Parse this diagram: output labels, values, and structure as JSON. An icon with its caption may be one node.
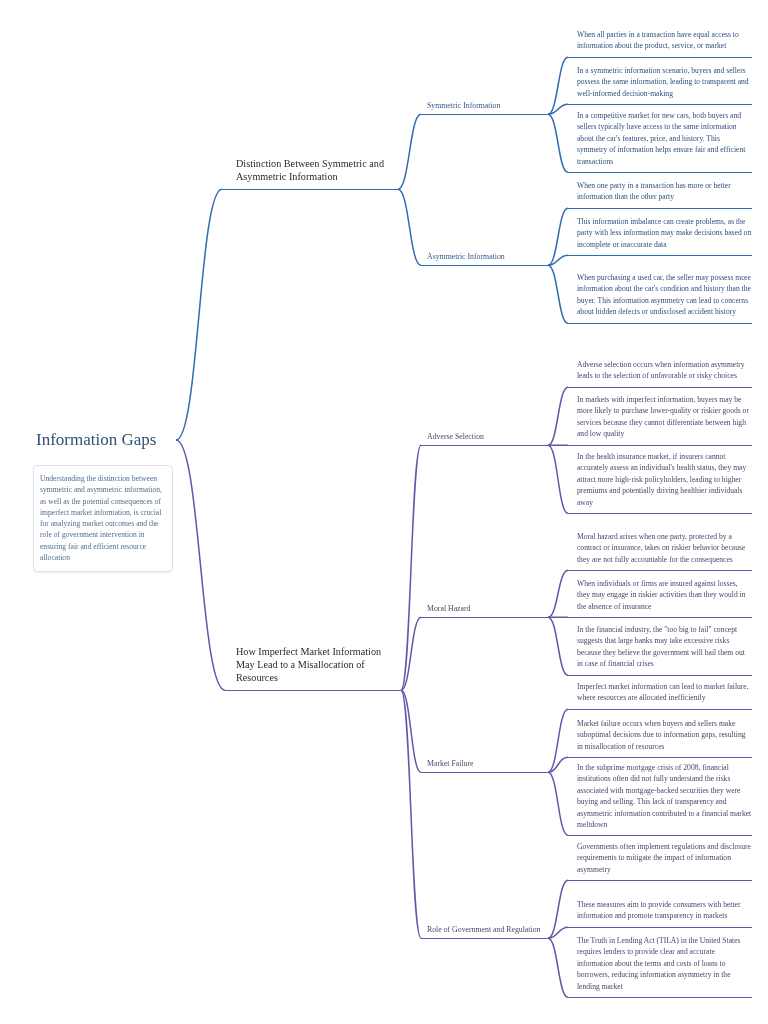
{
  "diagram": {
    "nodes": [
      {
        "text": [
          "Information Gaps"
        ]
      },
      {
        "text": [
          "Understanding the distinction between symmetric and asymmetric information, as well as the potential consequences of imperfect market information, is crucial for analyzing market outcomes and the role of government intervention in ensuring fair and efficient resource allocation"
        ]
      },
      {
        "text": [
          "Distinction Between Symmetric and Asymmetric Information"
        ]
      },
      {
        "text": [
          "Symmetric Information"
        ]
      },
      {
        "text": [
          "When all parties in a transaction have equal access to information about the product, service, or market"
        ]
      },
      {
        "text": [
          "In a symmetric information scenario, buyers and sellers possess the same information, leading to transparent and well-informed decision-making"
        ]
      },
      {
        "text": [
          "In a competitive market for new cars, both buyers and sellers typically have access to the same information about the car's features, price, and history. This symmetry of information helps ensure fair and efficient transactions"
        ]
      },
      {
        "text": [
          "Asymmetric Information"
        ]
      },
      {
        "text": [
          "When one party in a transaction has more or better information than the other party"
        ]
      },
      {
        "text": [
          "This information imbalance can create problems, as the party with less information may make decisions based on incomplete or inaccurate data"
        ]
      },
      {
        "text": [
          "When purchasing a used car, the seller may possess more information about the car's condition and history than the buyer. This information asymmetry can lead to concerns about hidden defects or undisclosed accident history"
        ]
      },
      {
        "text": [
          "How Imperfect Market Information May Lead to a Misallocation of Resources"
        ]
      },
      {
        "text": [
          "Adverse Selection"
        ]
      },
      {
        "text": [
          "Adverse selection occurs when information asymmetry leads to the selection of unfavorable or risky choices"
        ]
      },
      {
        "text": [
          "In markets with imperfect information, buyers may be more likely to purchase lower-quality or riskier goods or services because they cannot differentiate between high and low quality"
        ]
      },
      {
        "text": [
          "In the health insurance market, if insurers cannot accurately assess an individual's health status, they may attract more high-risk policyholders, leading to higher premiums and potentially driving healthier individuals away"
        ]
      },
      {
        "text": [
          "Moral Hazard"
        ]
      },
      {
        "text": [
          "Moral hazard arises when one party, protected by a contract or insurance, takes on riskier behavior because they are not fully accountable for the consequences"
        ]
      },
      {
        "text": [
          "When individuals or firms are insured against losses, they may engage in riskier activities than they would in the absence of insurance"
        ]
      },
      {
        "text": [
          "In the financial industry, the \"too big to fail\" concept suggests that large banks may take excessive risks because they believe the government will bail them out in case of financial crises"
        ]
      },
      {
        "text": [
          "Market Failure"
        ]
      },
      {
        "text": [
          "Imperfect market information can lead to market failure, where resources are allocated inefficiently"
        ]
      },
      {
        "text": [
          "Market failure occurs when buyers and sellers make suboptimal decisions due to information gaps, resulting in misallocation of resources"
        ]
      },
      {
        "text": [
          "In the subprime mortgage crisis of 2008, financial institutions often did not fully understand the risks associated with mortgage-backed securities they were buying and selling. This lack of transparency and asymmetric information contributed to a financial market meltdown"
        ]
      },
      {
        "text": [
          "Role of Government and Regulation"
        ]
      },
      {
        "text": [
          "Governments often implement regulations and disclosure requirements to mitigate the impact of information asymmetry"
        ]
      },
      {
        "text": [
          "These measures aim to provide consumers with better information and promote transparency in markets"
        ]
      },
      {
        "text": [
          "The Truth in Lending Act (TILA) in the United States requires lenders to provide clear and accurate information about the terms and costs of loans to borrowers, reducing information asymmetry in the lending market"
        ]
      }
    ],
    "edges": [
      {
        "from": 0,
        "to": 2,
        "arrow": "none",
        "color": "#2f6cb0"
      },
      {
        "from": 2,
        "to": 3,
        "arrow": "none",
        "color": "#2f6cb0"
      },
      {
        "from": 3,
        "to": 4,
        "arrow": "none",
        "color": "#2f6cb0"
      },
      {
        "from": 3,
        "to": 5,
        "arrow": "none",
        "color": "#2f6cb0"
      },
      {
        "from": 3,
        "to": 6,
        "arrow": "none",
        "color": "#2f6cb0"
      },
      {
        "from": 2,
        "to": 7,
        "arrow": "none",
        "color": "#2f6cb0"
      },
      {
        "from": 7,
        "to": 8,
        "arrow": "none",
        "color": "#2f6cb0"
      },
      {
        "from": 7,
        "to": 9,
        "arrow": "none",
        "color": "#2f6cb0"
      },
      {
        "from": 7,
        "to": 10,
        "arrow": "none",
        "color": "#2f6cb0"
      },
      {
        "from": 0,
        "to": 11,
        "arrow": "none"
      },
      {
        "from": 11,
        "to": 12,
        "arrow": "none"
      },
      {
        "from": 12,
        "to": 13,
        "arrow": "none"
      },
      {
        "from": 12,
        "to": 14,
        "arrow": "none"
      },
      {
        "from": 12,
        "to": 15,
        "arrow": "none"
      },
      {
        "from": 11,
        "to": 16,
        "arrow": "none"
      },
      {
        "from": 16,
        "to": 17,
        "arrow": "none"
      },
      {
        "from": 16,
        "to": 18,
        "arrow": "none"
      },
      {
        "from": 16,
        "to": 19,
        "arrow": "none"
      },
      {
        "from": 11,
        "to": 20,
        "arrow": "none"
      },
      {
        "from": 20,
        "to": 21,
        "arrow": "none"
      },
      {
        "from": 20,
        "to": 22,
        "arrow": "none"
      },
      {
        "from": 20,
        "to": 23,
        "arrow": "none"
      },
      {
        "from": 11,
        "to": 24,
        "arrow": "none"
      },
      {
        "from": 24,
        "to": 25,
        "arrow": "none"
      },
      {
        "from": 24,
        "to": 26,
        "arrow": "none"
      },
      {
        "from": 24,
        "to": 27,
        "arrow": "none"
      }
    ]
  }
}
